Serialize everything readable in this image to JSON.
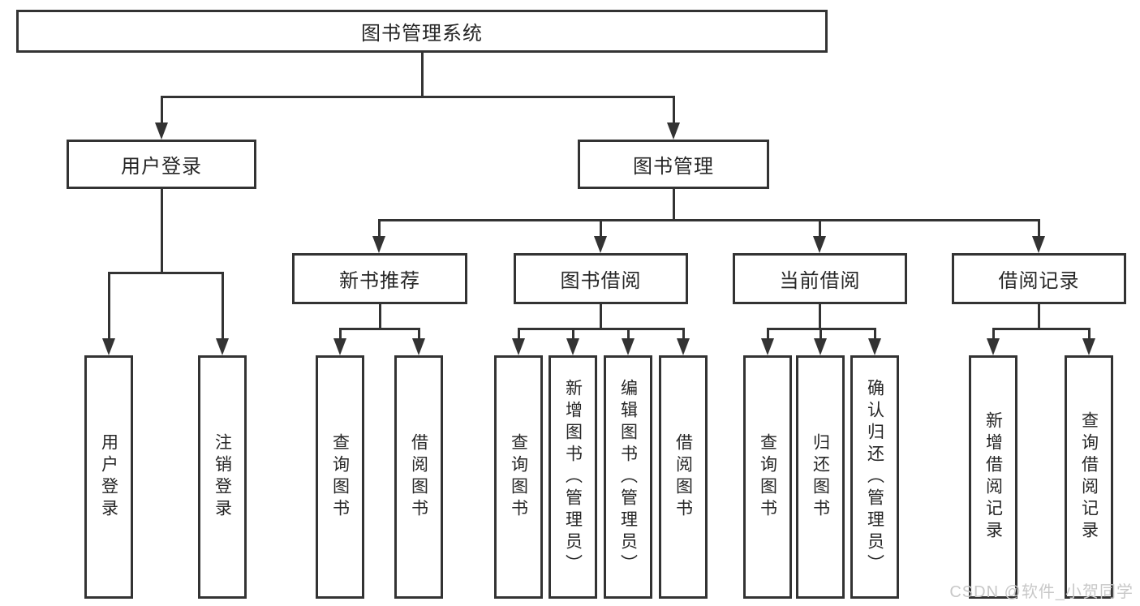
{
  "root": {
    "label": "图书管理系统"
  },
  "login": {
    "label": "用户登录",
    "children": [
      {
        "label": "用户登录"
      },
      {
        "label": "注销登录"
      }
    ]
  },
  "books": {
    "label": "图书管理",
    "modules": [
      {
        "label": "新书推荐",
        "children": [
          {
            "label": "查询图书"
          },
          {
            "label": "借阅图书"
          }
        ]
      },
      {
        "label": "图书借阅",
        "children": [
          {
            "label": "查询图书"
          },
          {
            "label": "新增图书（管理员）"
          },
          {
            "label": "编辑图书（管理员）"
          },
          {
            "label": "借阅图书"
          }
        ]
      },
      {
        "label": "当前借阅",
        "children": [
          {
            "label": "查询图书"
          },
          {
            "label": "归还图书"
          },
          {
            "label": "确认归还（管理员）"
          }
        ]
      },
      {
        "label": "借阅记录",
        "children": [
          {
            "label": "新增借阅记录"
          },
          {
            "label": "查询借阅记录"
          }
        ]
      }
    ]
  },
  "watermark": {
    "text": "CSDN @软件_小贺同学"
  },
  "colors": {
    "line": "#333333",
    "text": "#262626",
    "watermark": "#c8c8c8",
    "background": "#ffffff"
  }
}
